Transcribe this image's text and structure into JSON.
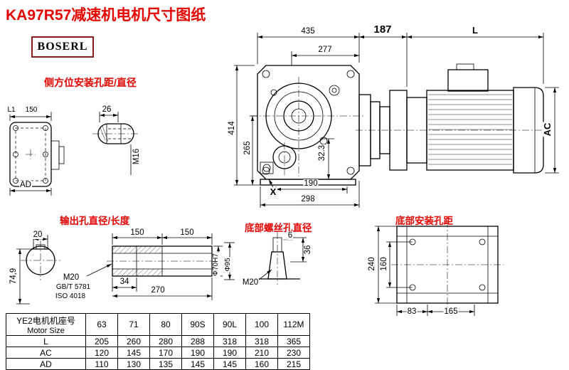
{
  "title": "KA97R57减速机电机尺寸图纸",
  "logo": "BOSERL",
  "section_labels": {
    "side_mount": "侧方位安装孔距/直径",
    "output_hole": "输出孔直径/长度",
    "bottom_screw": "底部螺丝孔直径",
    "bottom_mount": "底部安装孔距"
  },
  "dimensions": {
    "overall_width": "435",
    "adapter_length": "187",
    "motor_length": "L",
    "bore_offset": "277",
    "overall_height": "414",
    "center_height": "265",
    "foot_offset": "32.3",
    "foot_hole_span": "190",
    "base_length": "298",
    "x_marker": "X",
    "motor_diameter": "AC",
    "side_shaft_width": "26",
    "side_thread": "M16",
    "flange_l1": "L1",
    "flange_width": "150",
    "flange_ad": "AD",
    "key_width": "20",
    "key_depth": "74,9",
    "shaft_len_1": "150",
    "shaft_len_2": "150",
    "output_thread": "M20",
    "bolt_standard_1": "GB/T 5781",
    "bolt_standard_2": "ISO 4018",
    "thread_depth": "34",
    "shaft_total": "270",
    "bore_diameter": "Φ70H7",
    "boss_diameter": "Φ95",
    "screw_tip": "6",
    "screw_length": "36",
    "screw_thread": "M20",
    "base_height": "240",
    "base_hole_span_v": "160",
    "base_hole_x1": "83",
    "base_hole_x2": "165"
  },
  "table": {
    "header_cn": "YE2电机机座号",
    "header_en": "Motor Size",
    "sizes": [
      "63",
      "71",
      "80",
      "90S",
      "90L",
      "100",
      "112M"
    ],
    "rows": [
      {
        "label": "L",
        "values": [
          "205",
          "260",
          "280",
          "288",
          "318",
          "318",
          "365"
        ]
      },
      {
        "label": "AC",
        "values": [
          "120",
          "145",
          "170",
          "190",
          "190",
          "210",
          "230"
        ]
      },
      {
        "label": "AD",
        "values": [
          "110",
          "130",
          "135",
          "145",
          "145",
          "160",
          "215"
        ]
      }
    ]
  }
}
